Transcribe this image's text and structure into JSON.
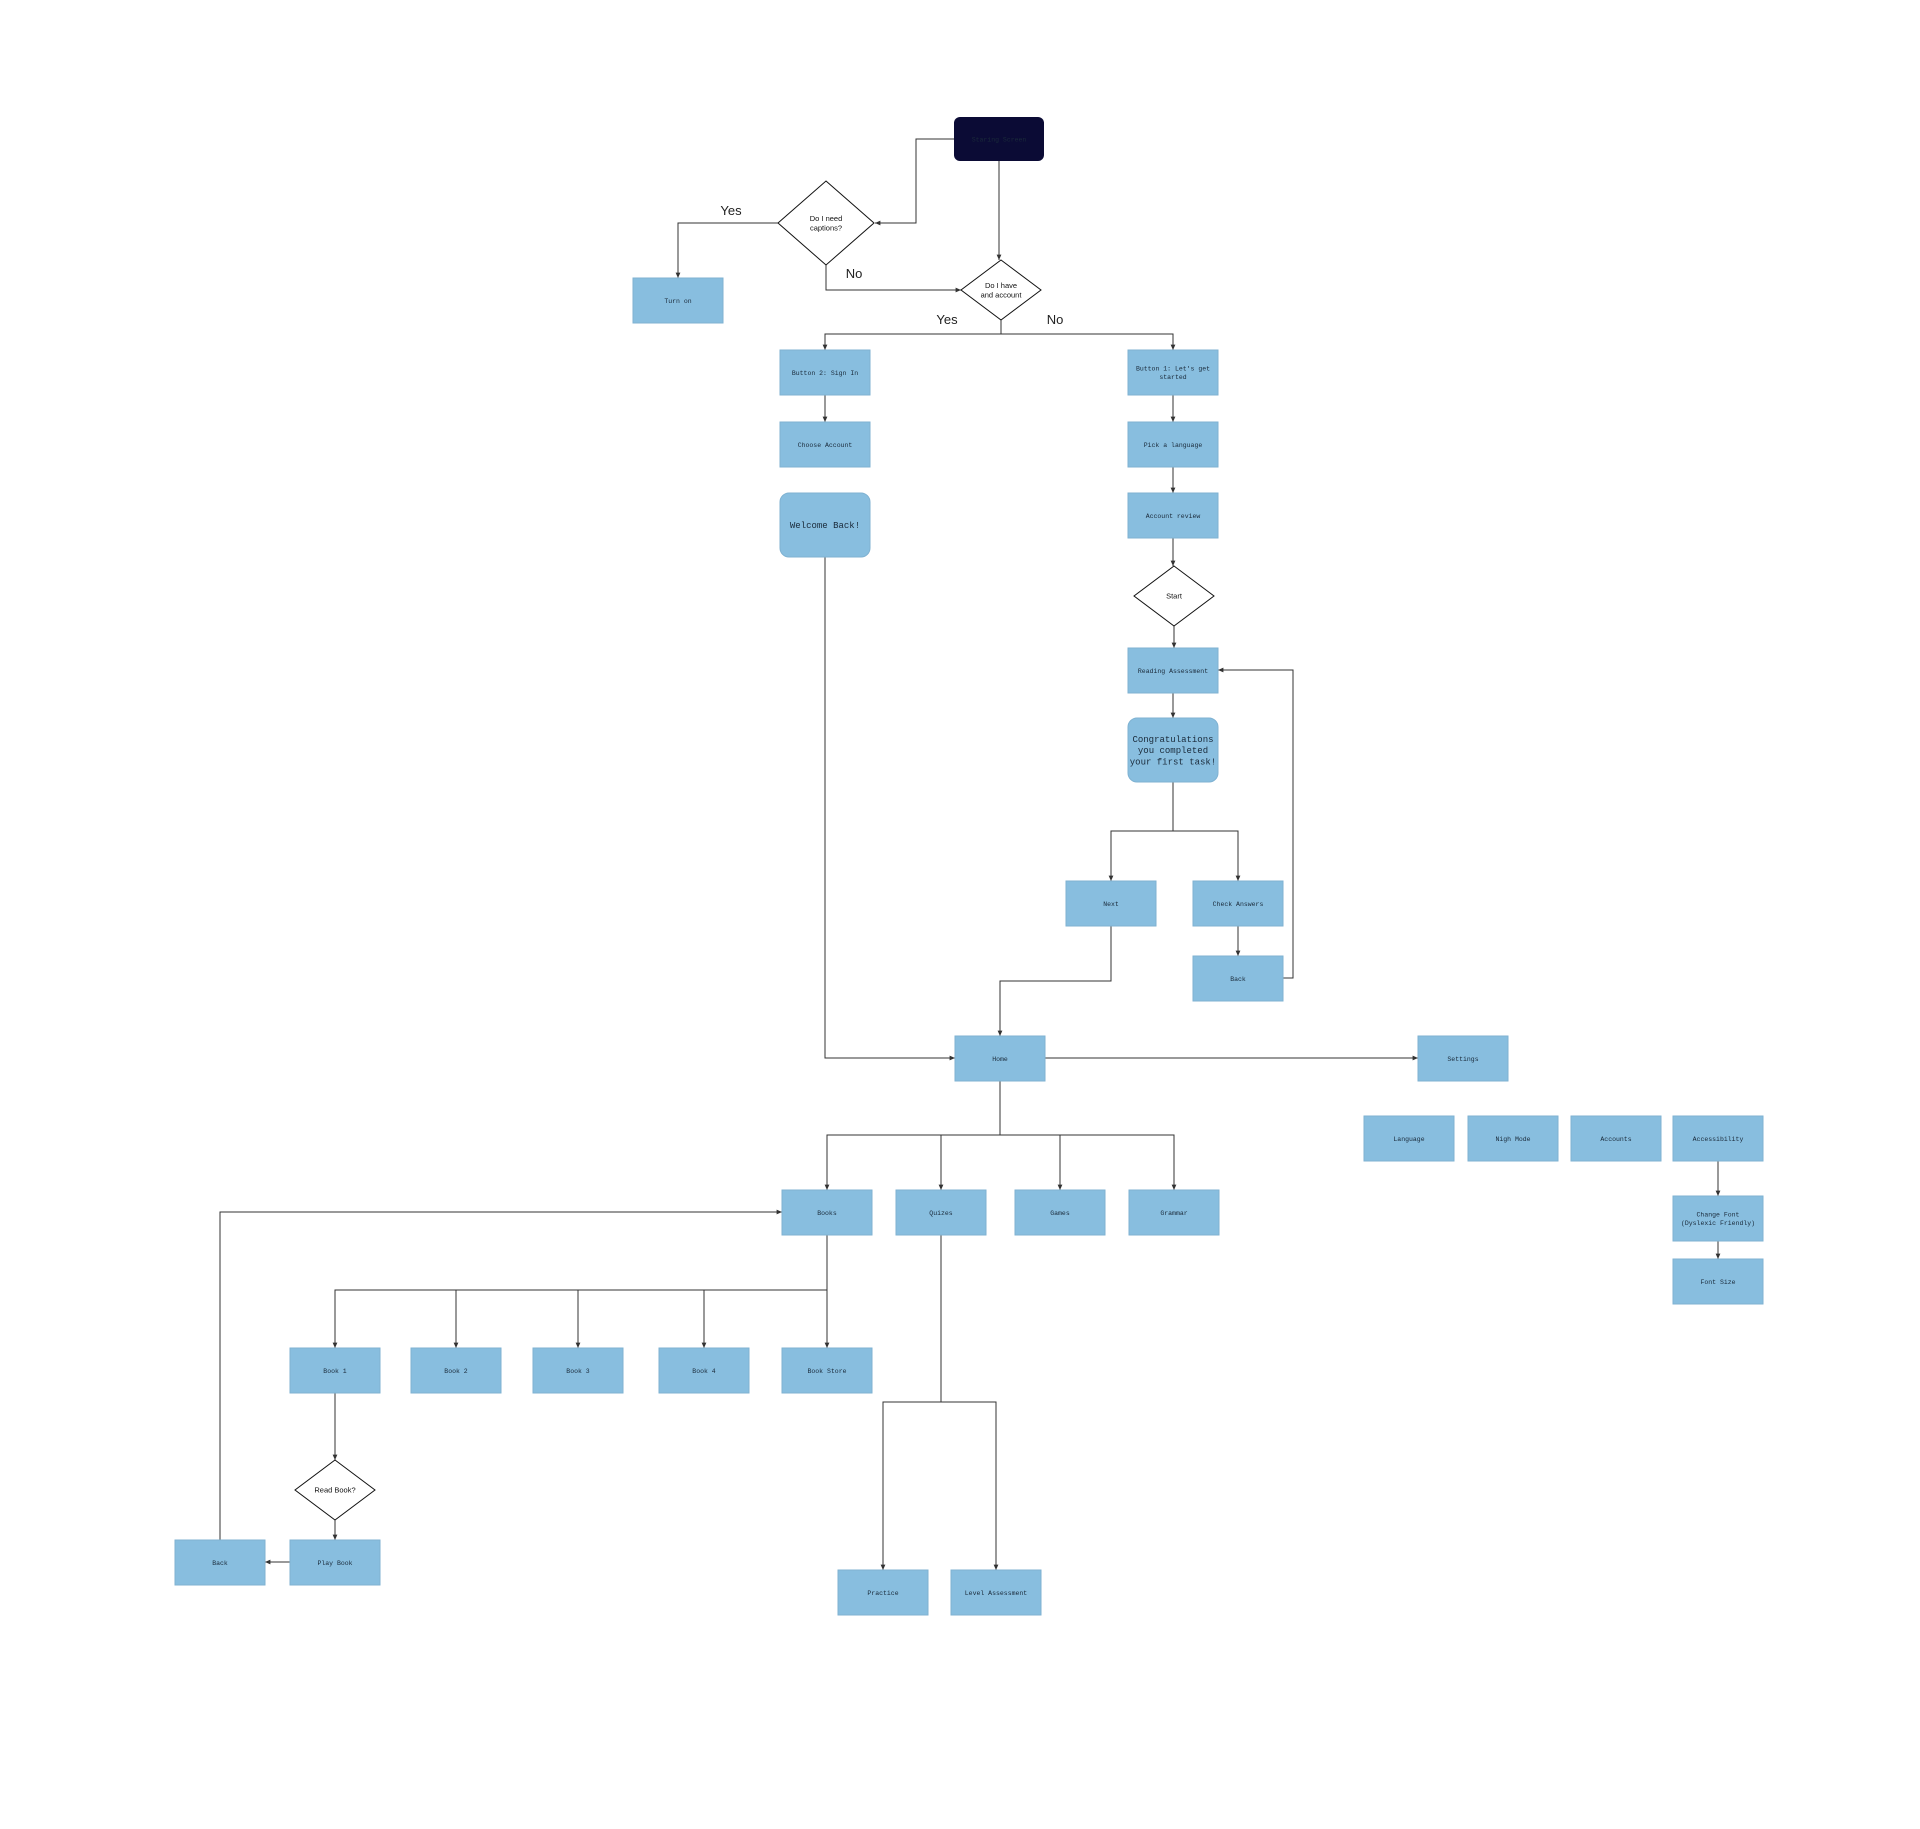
{
  "colors": {
    "process_fill": "#88bedf",
    "process_stroke": "#7fb2d2",
    "start_fill": "#0b0b35",
    "start_text": "#ffffff",
    "decision_fill": "#ffffff",
    "decision_stroke": "#111111",
    "edge": "#333333"
  },
  "nodes": {
    "starting_screen": "Staring Screen",
    "need_captions": [
      "Do I need",
      "captions?"
    ],
    "turn_on": "Turn on",
    "have_account": [
      "Do I have",
      "and account"
    ],
    "sign_in": "Button 2: Sign In",
    "choose_account": "Choose Account",
    "welcome_back": "Welcome Back!",
    "get_started": [
      "Button 1: Let's get",
      "started"
    ],
    "pick_language": "Pick a language",
    "account_review": "Account review",
    "start": "Start",
    "reading_assessment": "Reading Assessment",
    "congratulations": [
      "Congratulations",
      "you completed",
      "your first task!"
    ],
    "next": "Next",
    "check_answers": "Check Answers",
    "back_check": "Back",
    "home": "Home",
    "settings": "Settings",
    "language": "Language",
    "night_mode": "Nigh Mode",
    "accounts": "Accounts",
    "accessibility": "Accessibility",
    "change_font": [
      "Change Font",
      "(Dyslexic Friendly)"
    ],
    "font_size": "Font Size",
    "books": "Books",
    "quizzes": "Quizes",
    "games": "Games",
    "grammar": "Grammar",
    "book1": "Book 1",
    "book2": "Book 2",
    "book3": "Book 3",
    "book4": "Book 4",
    "book_store": "Book Store",
    "read_book": "Read Book?",
    "play_book": "Play Book",
    "back_book": "Back",
    "practice": "Practice",
    "level_assessment": "Level Assessment"
  },
  "edge_labels": {
    "captions_yes": "Yes",
    "captions_no": "No",
    "account_yes": "Yes",
    "account_no": "No"
  }
}
